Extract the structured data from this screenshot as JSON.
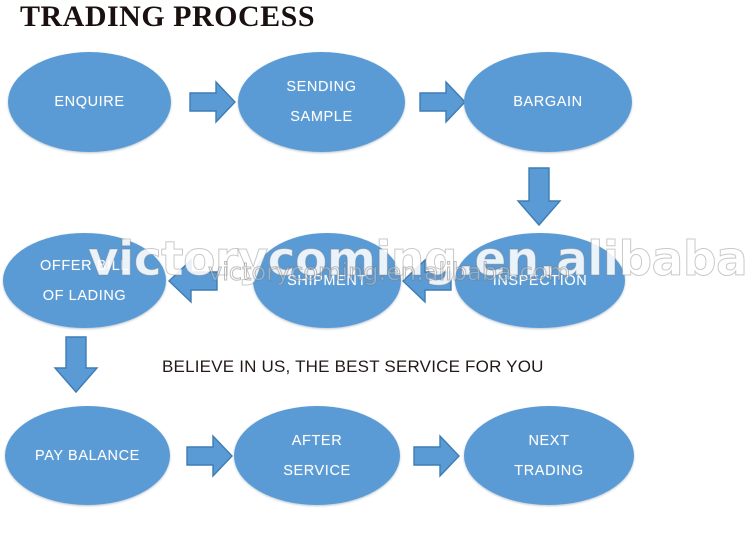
{
  "title": "TRADING PROCESS",
  "tagline": "BELIEVE IN US, THE BEST SERVICE FOR YOU",
  "colors": {
    "node_fill": "#5B9BD5",
    "node_border": "#4A8AC4",
    "node_text": "#FFFFFF",
    "arrow_fill": "#5B9BD5",
    "arrow_border": "#3E7CB4",
    "title_text": "#1A1010",
    "background": "#FFFFFF"
  },
  "watermarks": {
    "primary": "victorycoming.en.alibaba.com",
    "secondary": "victorycoming.en.alibaba.com"
  },
  "nodes": [
    {
      "id": "enquire",
      "lines": [
        "ENQUIRE"
      ]
    },
    {
      "id": "sending-sample",
      "lines": [
        "SENDING",
        "SAMPLE"
      ]
    },
    {
      "id": "bargain",
      "lines": [
        "BARGAIN"
      ]
    },
    {
      "id": "offer-bill-of-lading",
      "lines": [
        "OFFER BILL",
        "OF LADING"
      ]
    },
    {
      "id": "shipment",
      "lines": [
        "SHIPMENT"
      ]
    },
    {
      "id": "inspection",
      "lines": [
        "INSPECTION"
      ]
    },
    {
      "id": "pay-balance",
      "lines": [
        "PAY BALANCE"
      ]
    },
    {
      "id": "after-service",
      "lines": [
        "AFTER",
        "SERVICE"
      ]
    },
    {
      "id": "next-trading",
      "lines": [
        "NEXT",
        "TRADING"
      ]
    }
  ],
  "arrows": [
    {
      "id": "enquire-to-sending-sample",
      "direction": "right"
    },
    {
      "id": "sending-sample-to-bargain",
      "direction": "right"
    },
    {
      "id": "bargain-to-inspection",
      "direction": "down"
    },
    {
      "id": "inspection-to-shipment",
      "direction": "left"
    },
    {
      "id": "shipment-to-offer-bill-of-lading",
      "direction": "left"
    },
    {
      "id": "offer-bill-of-lading-to-pay-balance",
      "direction": "down"
    },
    {
      "id": "pay-balance-to-after-service",
      "direction": "right"
    },
    {
      "id": "after-service-to-next-trading",
      "direction": "right"
    }
  ],
  "chart_data": {
    "type": "diagram",
    "title": "TRADING PROCESS",
    "flow_order": [
      "ENQUIRE",
      "SENDING SAMPLE",
      "BARGAIN",
      "INSPECTION",
      "SHIPMENT",
      "OFFER BILL OF LADING",
      "PAY BALANCE",
      "AFTER SERVICE",
      "NEXT TRADING"
    ],
    "rows": 3,
    "columns": 3,
    "layout": "boustrophedon"
  }
}
